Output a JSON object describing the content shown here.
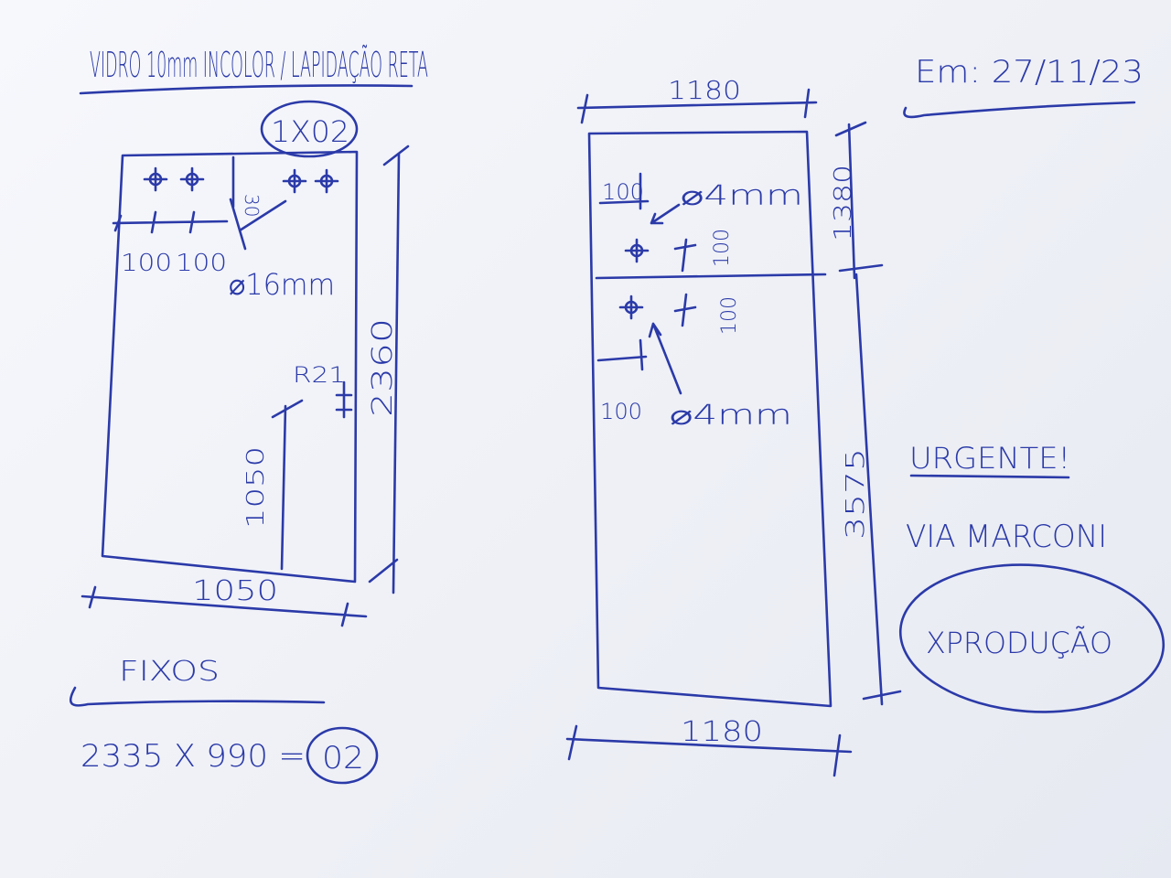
{
  "header": {
    "title": "VIDRO 10mm INCOLOR / LAPIDAÇÃO RETA",
    "date": "Em: 27/11/23"
  },
  "left_piece": {
    "quantity": "1X02",
    "top_offset": "30",
    "hole_spacing_1": "100",
    "hole_spacing_2": "100",
    "hole_diameter": "⌀16mm",
    "notch_label": "R21",
    "height": "2360",
    "notch_height": "1050",
    "width": "1050"
  },
  "right_piece": {
    "width_top": "1180",
    "top_section_height": "1380",
    "hole_offset_x_top": "100",
    "hole_diameter_top": "⌀4mm",
    "hole_spacing_top": "100",
    "hole_spacing_bottom": "100",
    "hole_offset_x_bottom": "100",
    "hole_diameter_bottom": "⌀4mm",
    "total_height": "3575",
    "width_bottom": "1180"
  },
  "fixos": {
    "label": "FIXOS",
    "dimensions": "2335 X 990 =",
    "quantity": "02"
  },
  "notes": {
    "urgent": "URGENTE!",
    "via": "VIA MARCONI",
    "stamp": "XPRODUÇÃO"
  }
}
